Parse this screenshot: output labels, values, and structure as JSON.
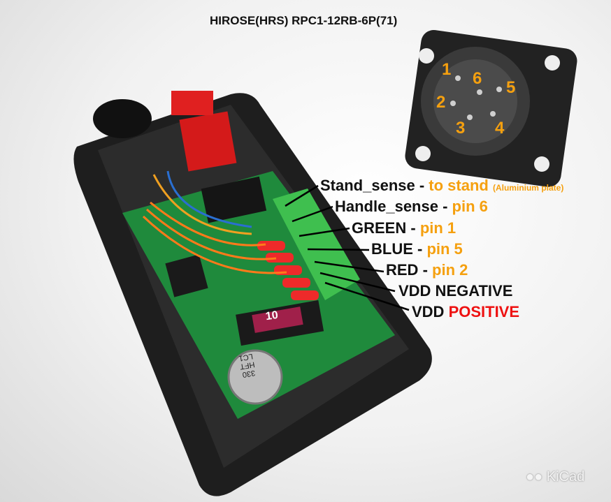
{
  "title": "HIROSE(HRS) RPC1-12RB-6P(71)",
  "connector_pins": [
    "1",
    "6",
    "5",
    "2",
    "3",
    "4"
  ],
  "labels": [
    {
      "name": "Stand_sense",
      "sep": " - ",
      "dest": "to stand",
      "note": "(Aluminium plate)"
    },
    {
      "name": "Handle_sense",
      "sep": " - ",
      "dest": "pin 6"
    },
    {
      "name": "GREEN",
      "sep": " - ",
      "dest": "pin 1"
    },
    {
      "name": "BLUE",
      "sep": " - ",
      "dest": "pin 5"
    },
    {
      "name": "RED",
      "sep": " - ",
      "dest": "pin 2"
    },
    {
      "name": "VDD NEGATIVE"
    },
    {
      "name": "VDD ",
      "dest": "POSITIVE"
    }
  ],
  "fuse_value": "10",
  "capacitor_marking": [
    "330",
    "HFT",
    "LC1"
  ],
  "watermark": "KiCad",
  "colors": {
    "accent_orange": "#f5a00f",
    "accent_red": "#ee1111",
    "pcb_green": "#1f8a3c",
    "enclosure": "#222222"
  }
}
